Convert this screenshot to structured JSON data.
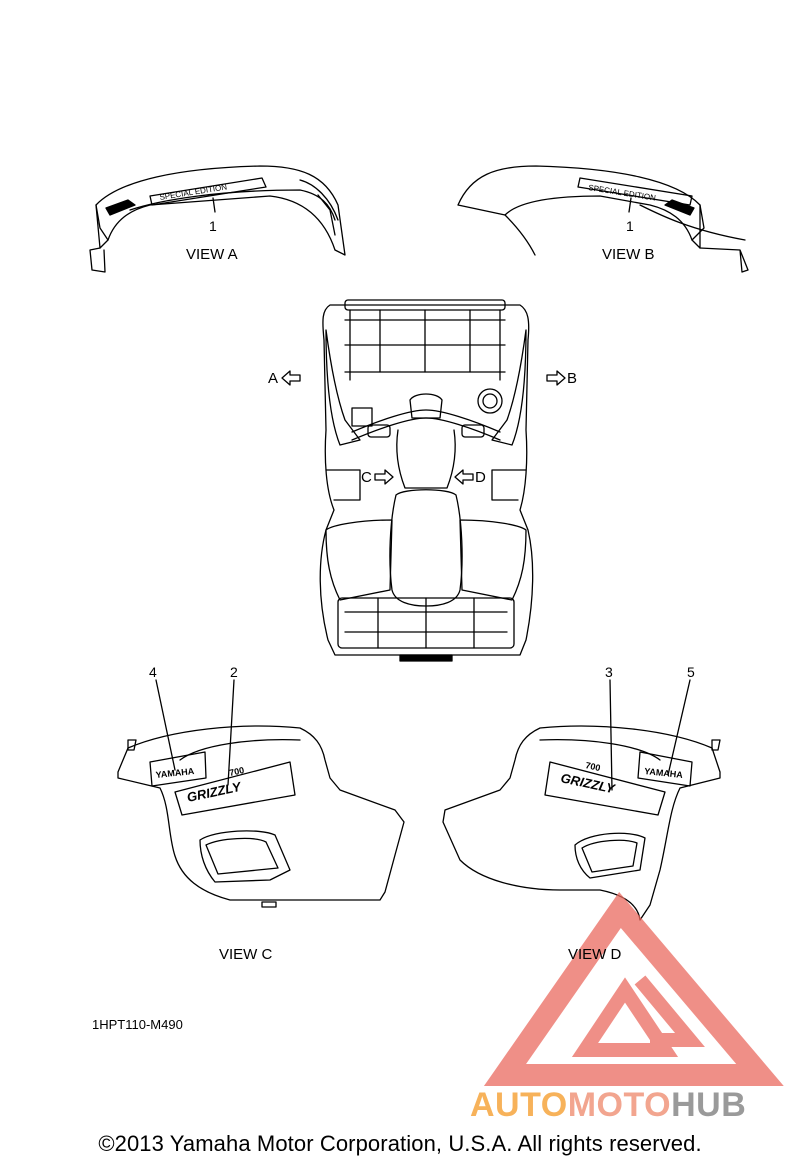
{
  "views": {
    "a": "VIEW A",
    "b": "VIEW B",
    "c": "VIEW C",
    "d": "VIEW D"
  },
  "arrows": {
    "a": "A",
    "b": "B",
    "c": "C",
    "d": "D"
  },
  "callouts": {
    "a_1": "1",
    "b_1": "1",
    "c_4": "4",
    "c_2": "2",
    "d_3": "3",
    "d_5": "5"
  },
  "decals": {
    "special_edition": "SPECIAL EDITION",
    "yamaha": "YAMAHA",
    "grizzly": "GRIZZLY",
    "model": "700"
  },
  "diagram_code": "1HPT110-M490",
  "copyright": "©2013 Yamaha Motor Corporation, U.S.A. All rights reserved.",
  "watermark": {
    "part1": "AUTO",
    "part2": "MOTO",
    "part3": "HUB",
    "color_triangle": "#ea6a5f",
    "color_auto": "#f7b25a",
    "color_hub": "#9a9a9a"
  }
}
